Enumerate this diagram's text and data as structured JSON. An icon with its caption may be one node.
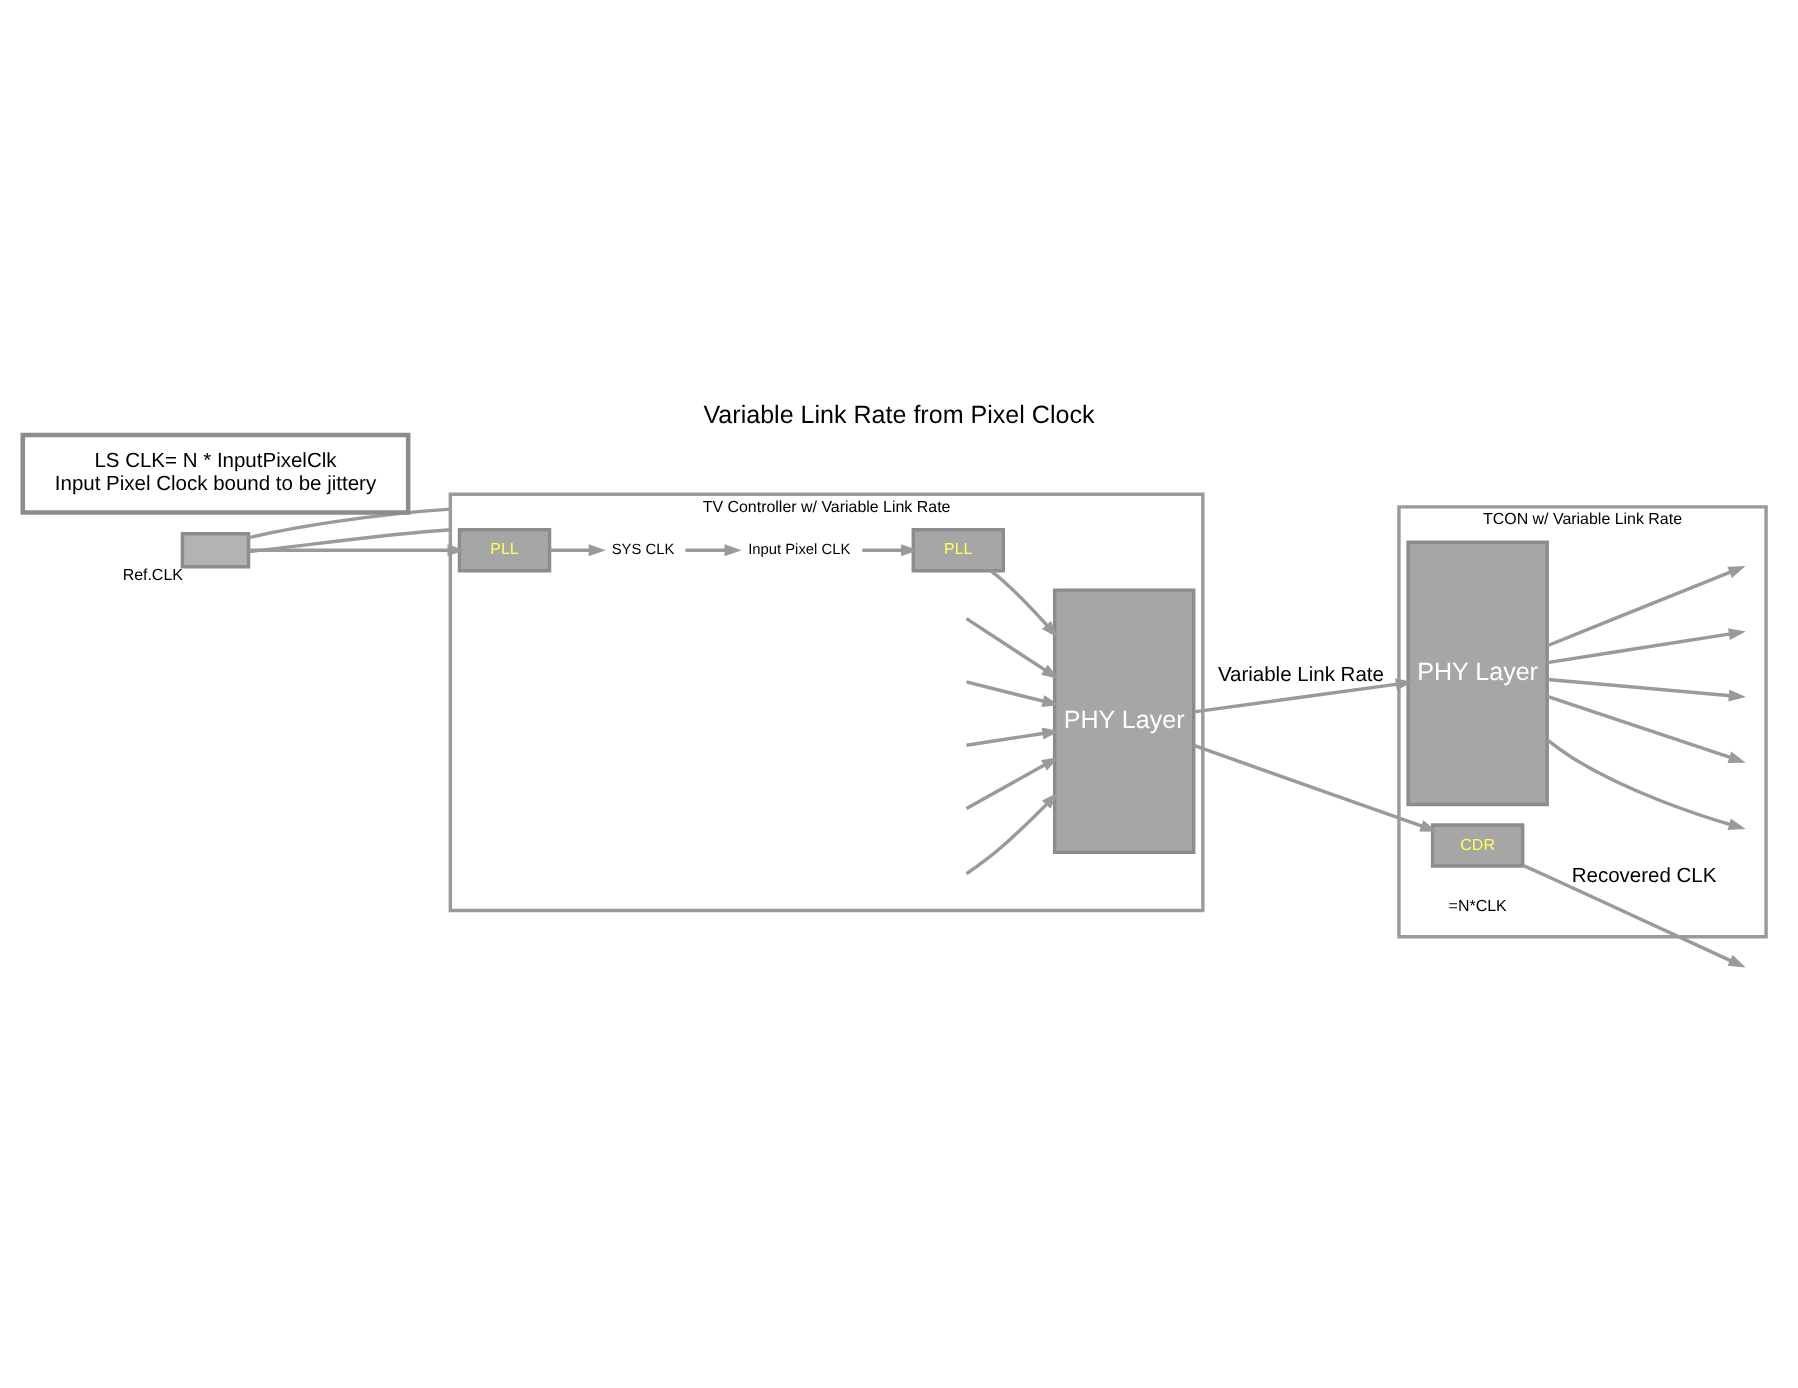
{
  "diagram": {
    "title": "Variable Link Rate from Pixel Clock",
    "nodes": [
      {
        "text": [
          "TV Controller w/ Variable Link Rate"
        ]
      },
      {
        "text": [
          "PHY Layer"
        ],
        "in": 0
      },
      {
        "text": [
          "SYS CLK"
        ],
        "in": 0
      },
      {
        "text": [
          "Input Pixel CLK"
        ],
        "in": 0
      },
      {
        "text": [
          "PLL"
        ],
        "in": 0
      },
      {
        "text": [
          "PLL"
        ],
        "in": 0
      },
      {
        "text": [],
        "shape": "box",
        "beside": [
          "Ref.CLK"
        ]
      },
      {
        "text": [
          "TCON w/ Variable Link Rate"
        ]
      },
      {
        "text": [
          "PHY Layer"
        ],
        "in": 7
      },
      {
        "text": [
          "CDR"
        ],
        "in": 7
      },
      {
        "text": [
          "LS CLK= N * InputPixelClk",
          "Input Pixel Clock bound to be jittery"
        ]
      }
    ],
    "edges": [
      {
        "from": null,
        "to": 1,
        "arrow": "to"
      },
      {
        "from": null,
        "to": 1,
        "arrow": "to"
      },
      {
        "from": null,
        "to": 1,
        "arrow": "to"
      },
      {
        "from": null,
        "to": 1,
        "arrow": "to"
      },
      {
        "from": null,
        "to": 1,
        "arrow": "to"
      },
      {
        "from": 1,
        "to": 8,
        "arrow": "to",
        "label": "Variable Link Rate"
      },
      {
        "from": 1,
        "to": 9,
        "arrow": "to"
      },
      {
        "from": 8,
        "to": null,
        "arrow": "to"
      },
      {
        "from": 8,
        "to": null,
        "arrow": "to"
      },
      {
        "from": 8,
        "to": null,
        "arrow": "to"
      },
      {
        "from": 8,
        "to": null,
        "arrow": "to"
      },
      {
        "from": 8,
        "to": null,
        "arrow": "to"
      },
      {
        "from": 9,
        "to": null,
        "arrow": "to",
        "label": "Recovered CLK"
      },
      {
        "from": 6,
        "to": 4,
        "arrow": "to"
      },
      {
        "from": 4,
        "to": 2,
        "arrow": "to"
      },
      {
        "from": 2,
        "to": 3,
        "arrow": "to"
      },
      {
        "from": 3,
        "to": 5,
        "arrow": "to"
      },
      {
        "from": 5,
        "to": 1,
        "arrow": "to"
      },
      {
        "from": 6,
        "to": 0,
        "arrow": "none"
      },
      {
        "from": 6,
        "to": 0,
        "arrow": "none"
      }
    ],
    "labels": [
      "=N*CLK"
    ]
  }
}
